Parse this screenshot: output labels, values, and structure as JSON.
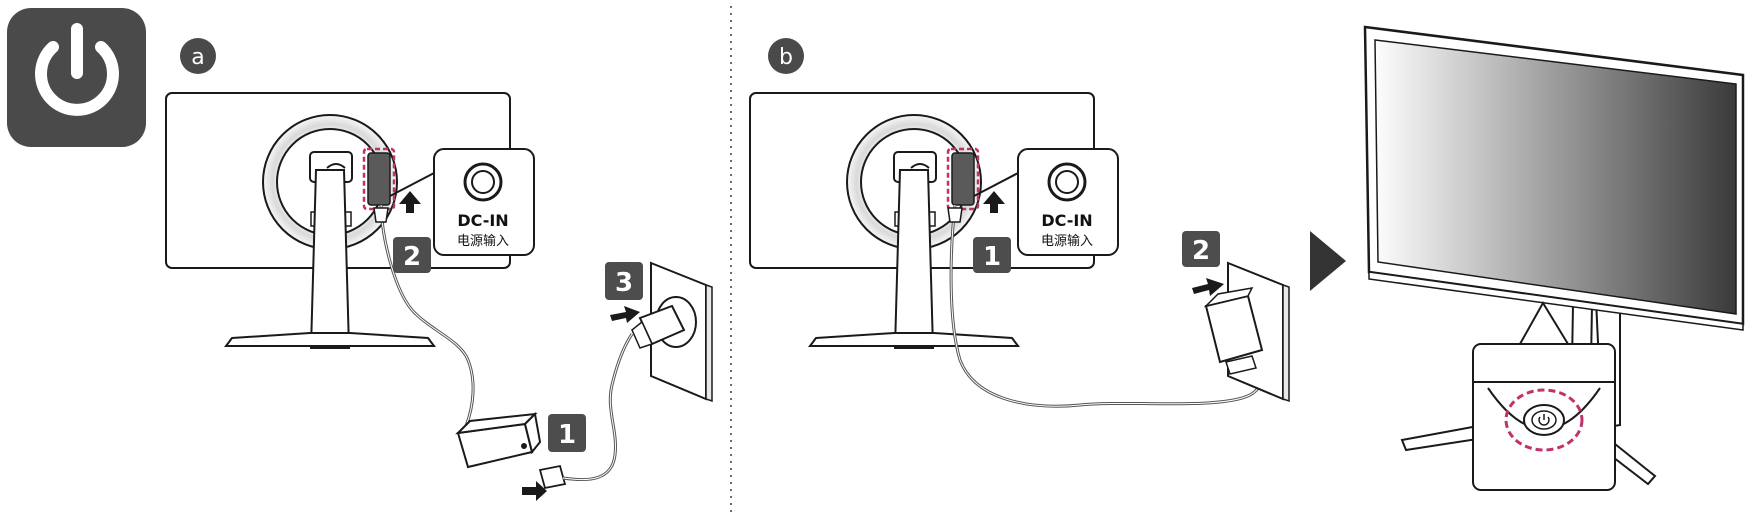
{
  "colors": {
    "ink": "#1a1a1a",
    "badge": "#4d4d4d",
    "highlight": "#c0336a",
    "cable": "#555555",
    "bezel": "#ffffff"
  },
  "icons": {
    "power_tile": "power-icon",
    "arrow": "play-triangle-icon"
  },
  "sections": {
    "a": {
      "label": "a"
    },
    "b": {
      "label": "b"
    }
  },
  "connector": {
    "title": "DC-IN",
    "subtitle": "电源输入"
  },
  "steps": {
    "a1": "1",
    "a2": "2",
    "a3": "3",
    "b1": "1",
    "b2": "2"
  }
}
